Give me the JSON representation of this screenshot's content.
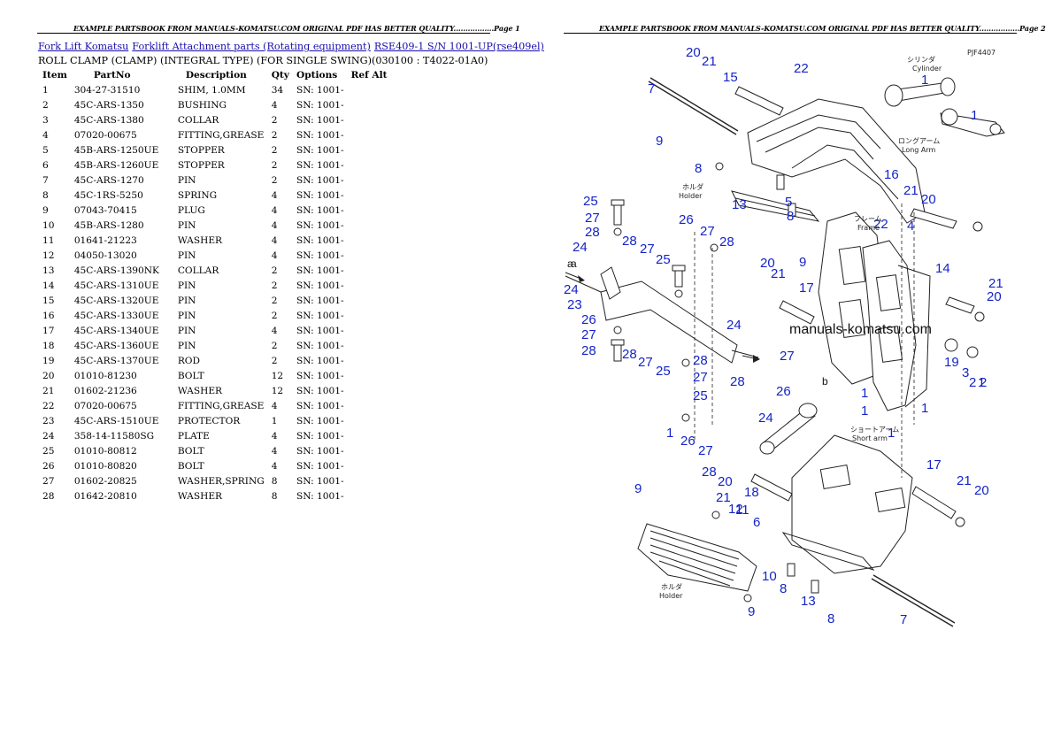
{
  "page1": {
    "header": "EXAMPLE PARTSBOOK FROM MANUALS-KOMATSU.COM ORIGINAL PDF HAS BETTER QUALITY.................Page 1",
    "breadcrumbs": [
      "Fork Lift Komatsu",
      "Forklift Attachment parts (Rotating equipment)",
      "RSE409-1 S/N 1001-UP(rse409el)"
    ],
    "subtitle": "ROLL CLAMP (CLAMP) (INTEGRAL TYPE) (FOR SINGLE SWING)(030100 : T4022-01A0)",
    "columns": [
      "Item",
      "PartNo",
      "Description",
      "Qty",
      "Options",
      "Ref Alt"
    ],
    "rows": [
      [
        "1",
        "304-27-31510",
        "SHIM, 1.0MM",
        "34",
        "SN: 1001-",
        ""
      ],
      [
        "2",
        "45C-ARS-1350",
        "BUSHING",
        "4",
        "SN: 1001-",
        ""
      ],
      [
        "3",
        "45C-ARS-1380",
        "COLLAR",
        "2",
        "SN: 1001-",
        ""
      ],
      [
        "4",
        "07020-00675",
        "FITTING,GREASE",
        "2",
        "SN: 1001-",
        ""
      ],
      [
        "5",
        "45B-ARS-1250UE",
        "STOPPER",
        "2",
        "SN: 1001-",
        ""
      ],
      [
        "6",
        "45B-ARS-1260UE",
        "STOPPER",
        "2",
        "SN: 1001-",
        ""
      ],
      [
        "7",
        "45C-ARS-1270",
        "PIN",
        "2",
        "SN: 1001-",
        ""
      ],
      [
        "8",
        "45C-1RS-5250",
        "SPRING",
        "4",
        "SN: 1001-",
        ""
      ],
      [
        "9",
        "07043-70415",
        "PLUG",
        "4",
        "SN: 1001-",
        ""
      ],
      [
        "10",
        "45B-ARS-1280",
        "PIN",
        "4",
        "SN: 1001-",
        ""
      ],
      [
        "11",
        "01641-21223",
        "WASHER",
        "4",
        "SN: 1001-",
        ""
      ],
      [
        "12",
        "04050-13020",
        "PIN",
        "4",
        "SN: 1001-",
        ""
      ],
      [
        "13",
        "45C-ARS-1390NK",
        "COLLAR",
        "2",
        "SN: 1001-",
        ""
      ],
      [
        "14",
        "45C-ARS-1310UE",
        "PIN",
        "2",
        "SN: 1001-",
        ""
      ],
      [
        "15",
        "45C-ARS-1320UE",
        "PIN",
        "2",
        "SN: 1001-",
        ""
      ],
      [
        "16",
        "45C-ARS-1330UE",
        "PIN",
        "2",
        "SN: 1001-",
        ""
      ],
      [
        "17",
        "45C-ARS-1340UE",
        "PIN",
        "4",
        "SN: 1001-",
        ""
      ],
      [
        "18",
        "45C-ARS-1360UE",
        "PIN",
        "2",
        "SN: 1001-",
        ""
      ],
      [
        "19",
        "45C-ARS-1370UE",
        "ROD",
        "2",
        "SN: 1001-",
        ""
      ],
      [
        "20",
        "01010-81230",
        "BOLT",
        "12",
        "SN: 1001-",
        ""
      ],
      [
        "21",
        "01602-21236",
        "WASHER",
        "12",
        "SN: 1001-",
        ""
      ],
      [
        "22",
        "07020-00675",
        "FITTING,GREASE",
        "4",
        "SN: 1001-",
        ""
      ],
      [
        "23",
        "45C-ARS-1510UE",
        "PROTECTOR",
        "1",
        "SN: 1001-",
        ""
      ],
      [
        "24",
        "358-14-11580SG",
        "PLATE",
        "4",
        "SN: 1001-",
        ""
      ],
      [
        "25",
        "01010-80812",
        "BOLT",
        "4",
        "SN: 1001-",
        ""
      ],
      [
        "26",
        "01010-80820",
        "BOLT",
        "4",
        "SN: 1001-",
        ""
      ],
      [
        "27",
        "01602-20825",
        "WASHER,SPRING",
        "8",
        "SN: 1001-",
        ""
      ],
      [
        "28",
        "01642-20810",
        "WASHER",
        "8",
        "SN: 1001-",
        ""
      ]
    ]
  },
  "page2": {
    "header": "EXAMPLE PARTSBOOK FROM MANUALS-KOMATSU.COM ORIGINAL PDF HAS BETTER QUALITY.................Page 2",
    "diagram": {
      "code": "PJF4407",
      "watermark": "manuals-komatsu.com",
      "part_labels": [
        "20",
        "21",
        "15",
        "22",
        "1",
        "1",
        "7",
        "9",
        "8",
        "16",
        "21",
        "20",
        "13",
        "5",
        "8",
        "25",
        "27",
        "28",
        "28",
        "27",
        "25",
        "26",
        "27",
        "28",
        "24",
        "20",
        "21",
        "17",
        "22",
        "4",
        "14",
        "21",
        "20",
        "9",
        "24",
        "23",
        "26",
        "27",
        "28",
        "28",
        "27",
        "25",
        "28",
        "27",
        "25",
        "24",
        "28",
        "27",
        "26",
        "24",
        "b",
        "1",
        "1",
        "1",
        "19",
        "3",
        "2",
        "1",
        "2",
        "1",
        "1",
        "26",
        "27",
        "28",
        "20",
        "21",
        "12",
        "18",
        "17",
        "21",
        "20",
        "9",
        "11",
        "6",
        "10",
        "8",
        "13",
        "9",
        "8",
        "7",
        "a",
        "a"
      ],
      "jp_labels": [
        "シリンダ",
        "Cylinder",
        "ロングアーム",
        "Long Arm",
        "ホルダ",
        "Holder",
        "フレーム",
        "Frame",
        "ショートアーム",
        "Short arm",
        "ホルダ",
        "Holder"
      ]
    }
  },
  "colors": {
    "link": "#1a0dab",
    "callout": "#1424c8"
  }
}
